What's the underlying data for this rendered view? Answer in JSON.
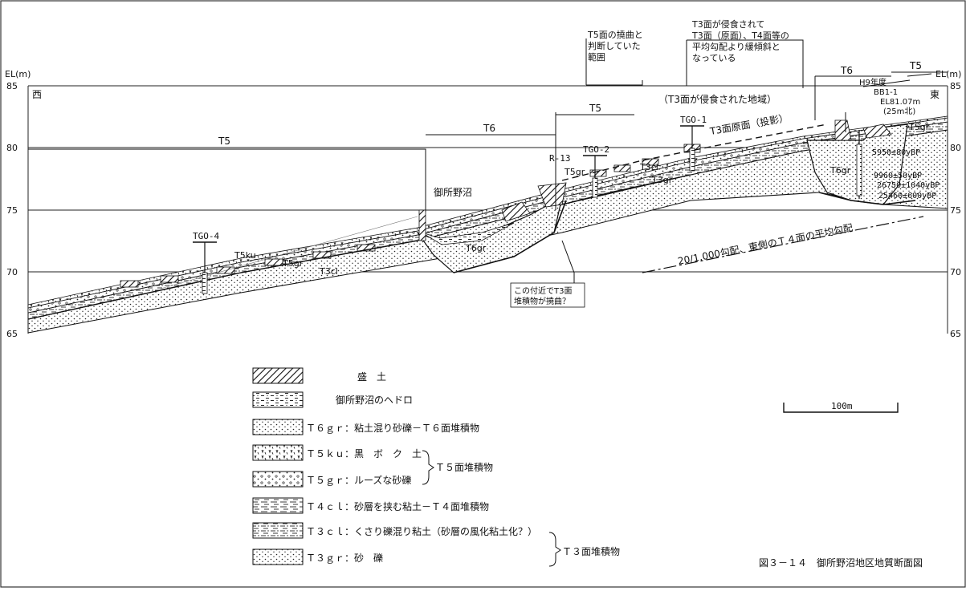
{
  "axis": {
    "left_title": "EL(m)",
    "right_title": "EL(m)",
    "ticks": [
      "85",
      "80",
      "75",
      "70",
      "65"
    ],
    "west": "西",
    "east": "東"
  },
  "zones": {
    "t5_main": "T5",
    "t6_mid": "T6",
    "t5_mid": "T5",
    "t6_right": "T6",
    "t5_right": "T5"
  },
  "annotations": {
    "t5_flexure": [
      "T5面の撓曲と",
      "判断していた",
      "範囲"
    ],
    "t3_eroded": [
      "T3面が侵食されて",
      "T3面（原面）、T4面等の",
      "平均勾配より緩傾斜と",
      "なっている"
    ],
    "eroded_area": "（T3面が侵食された地域）",
    "t3_original": "T3面原面（投影）",
    "gradient": "20/1,000勾配、東側のＴ４面の平均勾配",
    "flexure_question": [
      "この付近でT3面",
      "堆積物が撓曲？"
    ],
    "pond": "御所野沼",
    "r13": "R-13",
    "bb_year": "H9年度",
    "bb_id": "BB1-1",
    "el_value": "EL81.07m",
    "el_note": "(25m北)",
    "dates": [
      "5950±80yBP",
      "9960±50yBP",
      "26750±1040yBP",
      "25460±600yBP"
    ]
  },
  "boreholes": {
    "tgo1": "TGO-1",
    "tgo2": "TGO-2",
    "tgo4": "TGO-4"
  },
  "unit_labels": {
    "t5ku": "T5ku",
    "t5gr_left": "T5gr",
    "t3cl_left": "T3cl",
    "t6gr_pond": "T6gr",
    "t5gr_mid": "T5gr",
    "t3cl_mid": "T3cl",
    "t3gr_mid": "T3gr",
    "t6gr_right": "T6gr",
    "t5gr_right": "T5gr"
  },
  "scale_bar": "100m",
  "legend": {
    "fill": "盛　土",
    "sludge": "御所野沼のヘドロ",
    "t6gr": "Ｔ６ｇｒ：粘土混り砂礫－Ｔ６面堆積物",
    "t5ku": "Ｔ５ｋｕ：黒　ボ　ク　土",
    "t5gr": "Ｔ５ｇｒ：ルーズな砂礫",
    "t5_group": "Ｔ５面堆積物",
    "t4cl": "Ｔ４ｃｌ：砂層を挟む粘土－Ｔ４面堆積物",
    "t3cl": "Ｔ３ｃｌ：くさり礫混り粘土（砂層の風化粘土化？）",
    "t3gr": "Ｔ３ｇｒ：砂　礫",
    "t3_group": "Ｔ３面堆積物"
  },
  "caption": "図３－１４　御所野沼地区地質断面図"
}
